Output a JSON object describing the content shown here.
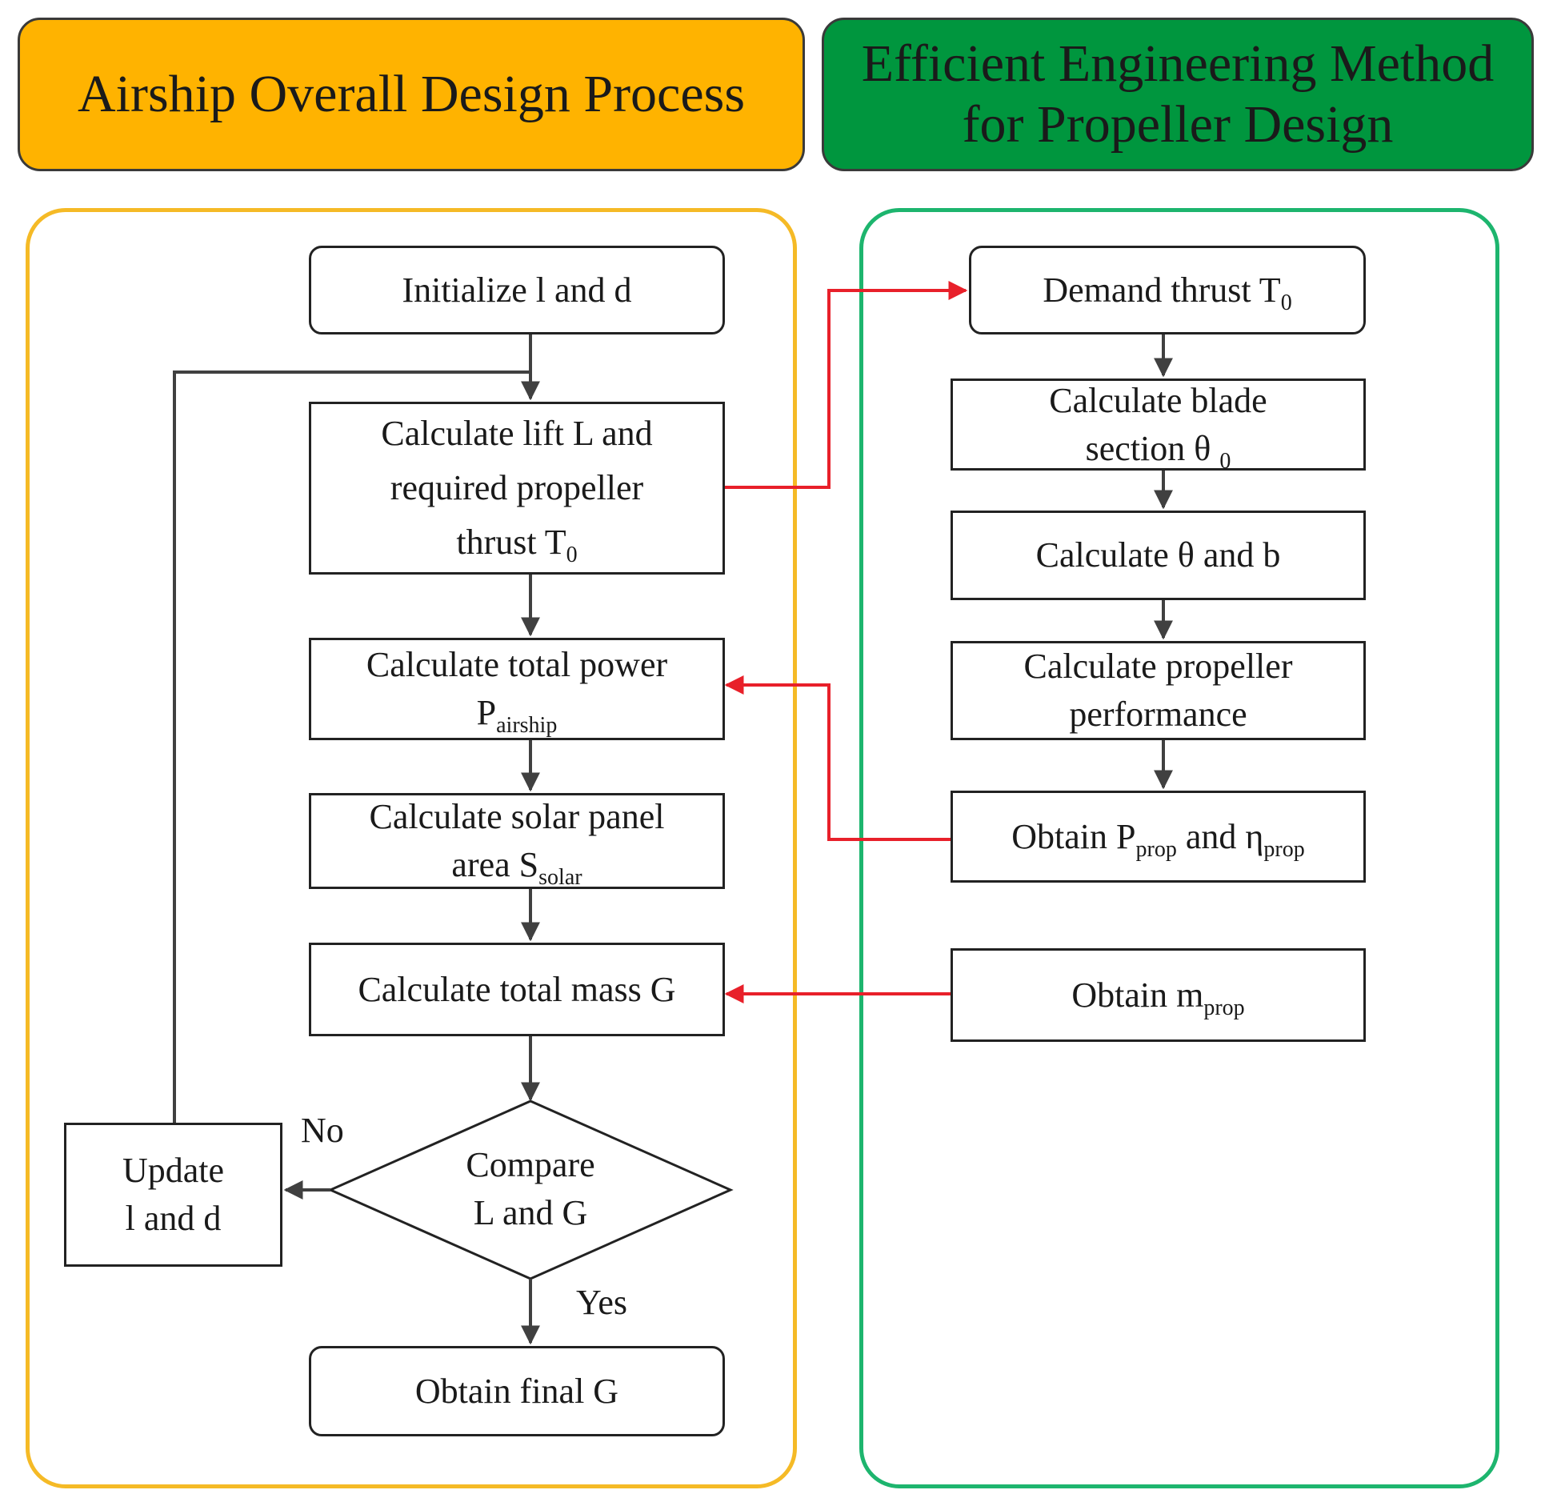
{
  "headers": {
    "left": {
      "line1": "Airship Overall Design Process"
    },
    "right": {
      "line1": "Efficient Engineering Method",
      "line2": "for Propeller Design"
    }
  },
  "colors": {
    "left_header_bg": "#FFB300",
    "right_header_bg": "#00963E",
    "left_frame": "#F5BA26",
    "right_frame": "#1DB56E",
    "cross_flow_arrows": "#E8202A",
    "flow_arrows": "#404040"
  },
  "left_flow": {
    "initialize": {
      "text": "Initialize l and d"
    },
    "lift": {
      "line1": "Calculate lift L and",
      "line2": "required propeller",
      "line3_main": "thrust T",
      "line3_sub": "0"
    },
    "power": {
      "line1": "Calculate total power",
      "line2_main": "P",
      "line2_sub": "airship"
    },
    "solar": {
      "line1": "Calculate solar panel",
      "line2_main": "area S",
      "line2_sub": "solar"
    },
    "mass": {
      "text": "Calculate total mass G"
    },
    "compare": {
      "line1": "Compare",
      "line2": "L and G"
    },
    "update": {
      "line1": "Update",
      "line2": "l and d"
    },
    "final": {
      "text": "Obtain final G"
    },
    "no_label": "No",
    "yes_label": "Yes"
  },
  "right_flow": {
    "demand": {
      "main": "Demand thrust T",
      "sub": "0"
    },
    "blade": {
      "line1": "Calculate blade",
      "line2_main": "section θ ",
      "line2_sub": "0"
    },
    "theta_b": {
      "text": "Calculate θ and b"
    },
    "performance": {
      "line1": "Calculate propeller",
      "line2": "performance"
    },
    "obtain_p": {
      "p1": "Obtain P",
      "sub1": "prop",
      "p2": " and η",
      "sub2": "prop"
    },
    "obtain_m": {
      "main": "Obtain m",
      "sub": "prop"
    }
  }
}
